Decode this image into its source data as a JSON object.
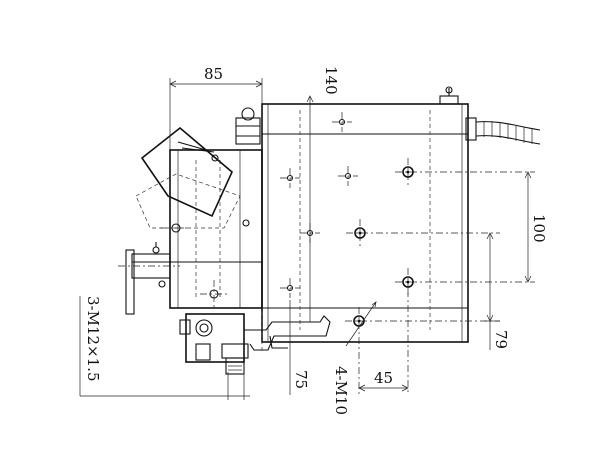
{
  "dimensions": {
    "dim_85": "85",
    "dim_140": "140",
    "dim_100": "100",
    "dim_79": "79",
    "dim_75": "75",
    "dim_45": "45",
    "thread_4_m10": "4-M10",
    "thread_3_m12": "3-M12×1.5"
  }
}
